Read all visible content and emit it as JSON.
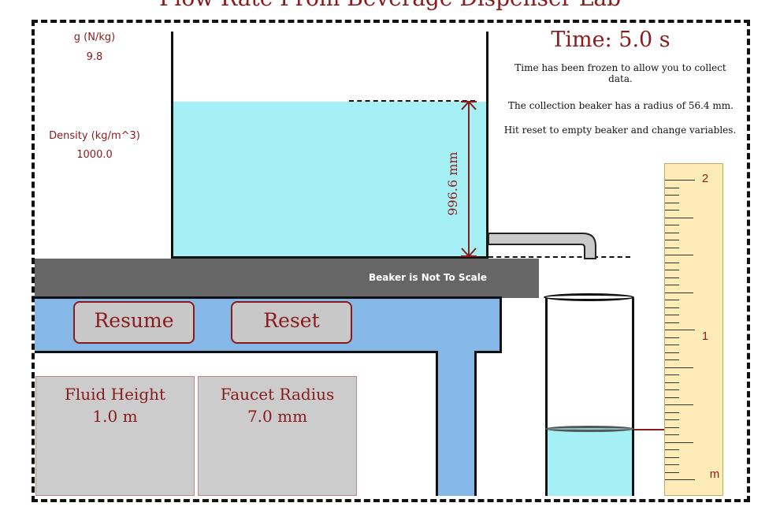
{
  "app": {
    "title": "Flow Rate From Beverage Dispenser Lab"
  },
  "constants": {
    "gravity_label": "g (N/kg)",
    "gravity_value": "9.8",
    "density_label": "Density (kg/m^3)",
    "density_value": "1000.0"
  },
  "timer": {
    "label": "Time:",
    "value": "5.0 s"
  },
  "info": {
    "frozen_message": "Time has been frozen to allow you to collect data.",
    "beaker_message": "The collection beaker has a radius of 56.4 mm.",
    "reset_message": "Hit reset to empty beaker and change variables."
  },
  "dispenser": {
    "height_measure": "996.6 mm",
    "scale_note": "Beaker is Not To Scale"
  },
  "controls": {
    "resume_label": "Resume",
    "reset_label": "Reset"
  },
  "panels": {
    "fluid_height_label": "Fluid Height",
    "fluid_height_value": "1.0 m",
    "faucet_radius_label": "Faucet Radius",
    "faucet_radius_value": "7.0 mm"
  },
  "ruler": {
    "labels": [
      "2",
      "1"
    ],
    "unit": "m",
    "beaker_fill_fraction": 0.34
  },
  "colors": {
    "accent": "#8b1a1a",
    "water": "#a5f0f4",
    "table_blue": "#85b8e6",
    "shelf_gray": "#666666",
    "panel_gray": "#cccccc",
    "ruler_yellow": "#fdecb8"
  }
}
